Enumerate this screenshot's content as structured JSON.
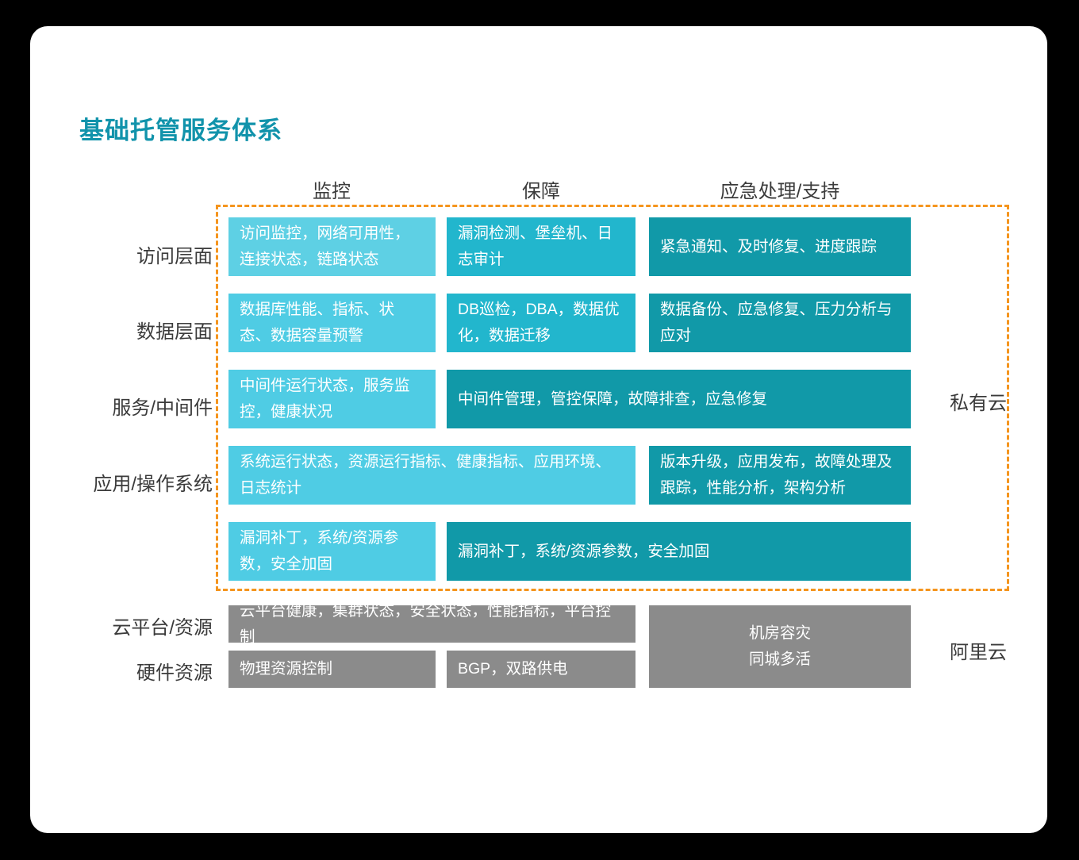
{
  "title": "基础托管服务体系",
  "colors": {
    "title": "#1193ab",
    "light_cyan": "#5ed0e4",
    "bright_cyan": "#4fcce4",
    "mid_teal": "#22b6cd",
    "dark_teal": "#1199a8",
    "gray": "#8b8b8b",
    "dashed_border": "#f5951e",
    "card_bg": "#ffffff",
    "page_bg": "#000000"
  },
  "columns": [
    {
      "label": "监控"
    },
    {
      "label": "保障"
    },
    {
      "label": "应急处理/支持"
    }
  ],
  "rows": [
    {
      "label": "访问层面"
    },
    {
      "label": "数据层面"
    },
    {
      "label": "服务/中间件"
    },
    {
      "label": "应用/操作系统"
    },
    {
      "label": ""
    },
    {
      "label": "云平台/资源"
    },
    {
      "label": "硬件资源"
    }
  ],
  "side_labels": [
    {
      "label": "私有云"
    },
    {
      "label": "阿里云"
    }
  ],
  "cells": [
    {
      "id": "r1c1",
      "text": "访问监控，网络可用性，连接状态，链路状态"
    },
    {
      "id": "r1c2",
      "text": "漏洞检测、堡垒机、日志审计"
    },
    {
      "id": "r1c3",
      "text": "紧急通知、及时修复、进度跟踪"
    },
    {
      "id": "r2c1",
      "text": "数据库性能、指标、状态、数据容量预警"
    },
    {
      "id": "r2c2",
      "text": "DB巡检，DBA，数据优化，数据迁移"
    },
    {
      "id": "r2c3",
      "text": "数据备份、应急修复、压力分析与应对"
    },
    {
      "id": "r3c1",
      "text": "中间件运行状态，服务监控，健康状况"
    },
    {
      "id": "r3c23",
      "text": "中间件管理，管控保障，故障排查，应急修复"
    },
    {
      "id": "r4c12",
      "text": "系统运行状态，资源运行指标、健康指标、应用环境、日志统计"
    },
    {
      "id": "r4c3",
      "text": "版本升级，应用发布，故障处理及跟踪，性能分析，架构分析"
    },
    {
      "id": "r5c1",
      "text": "漏洞补丁，系统/资源参数，安全加固"
    },
    {
      "id": "r5c23",
      "text": "漏洞补丁，系统/资源参数，安全加固"
    },
    {
      "id": "r6c12",
      "text": "云平台健康，集群状态，安全状态，性能指标，平台控制"
    },
    {
      "id": "r7c1",
      "text": "物理资源控制"
    },
    {
      "id": "r7c2",
      "text": "BGP，双路供电"
    },
    {
      "id": "r67c3_line1",
      "text": "机房容灾"
    },
    {
      "id": "r67c3_line2",
      "text": "同城多活"
    }
  ]
}
